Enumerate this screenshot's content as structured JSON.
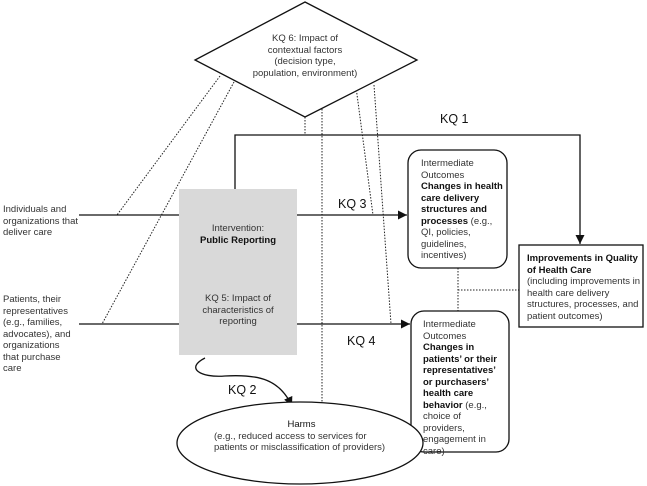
{
  "kq6": {
    "line1": "KQ 6: Impact of",
    "line2": "contextual factors",
    "line3": "(decision type,",
    "line4": "population, environment)"
  },
  "labels": {
    "kq1": "KQ 1",
    "kq2": "KQ 2",
    "kq3": "KQ 3",
    "kq4": "KQ 4"
  },
  "inputs": {
    "providers": "Individuals and organizations that deliver care",
    "patients": "Patients, their representatives (e.g., families, advocates), and organizations that purchase care"
  },
  "intervention": {
    "label": "Intervention:",
    "title": "Public Reporting",
    "kq5": "KQ 5: Impact of characteristics of reporting"
  },
  "outcome1": {
    "heading": "Intermediate Outcomes",
    "bold": "Changes in health care delivery structures and processes",
    "detail": " (e.g., QI, policies, guidelines, incentives)"
  },
  "outcome2": {
    "heading": "Intermediate Outcomes",
    "bold": "Changes in patients’ or their representatives’ or purchasers’ health care behavior",
    "detail": " (e.g., choice of providers, engagement in care)"
  },
  "final": {
    "bold": "Improvements in Quality of Health Care",
    "detail": "(including improvements in health care delivery structures, processes, and patient outcomes)"
  },
  "harms": {
    "title": "Harms",
    "detail": "(e.g., reduced access to services for patients or misclassification of providers)"
  },
  "colors": {
    "intervention_fill": "#d9d9d9",
    "line": "#111111"
  }
}
